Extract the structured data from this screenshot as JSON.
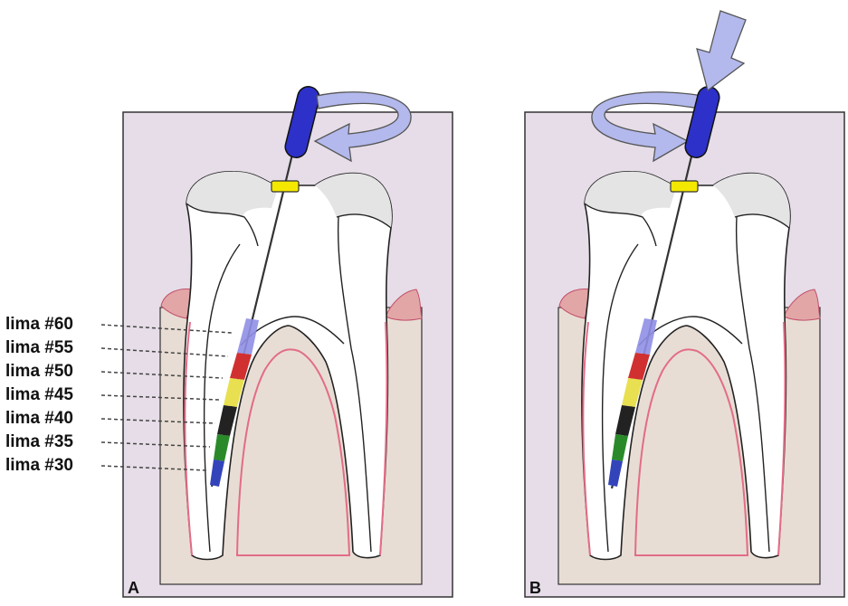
{
  "panels": [
    {
      "letter": "A"
    },
    {
      "letter": "B"
    }
  ],
  "file_labels": [
    "lima #60",
    "lima #55",
    "lima #50",
    "lima #45",
    "lima #40",
    "lima #35",
    "lima #30"
  ],
  "colors": {
    "background_box": "#e6dde8",
    "bone": "#e8ddd4",
    "gum": "#e2a6a6",
    "pulp_line": "#e26d86",
    "enamel_shade": "#cfcfcf",
    "handle": "#2d31c9",
    "arrow": "#b3b9ec",
    "stopper": "#f4e800",
    "file_sections": [
      "#8f8fe6",
      "#d03030",
      "#e8e050",
      "#222222",
      "#2a8a2a",
      "#3344bb"
    ]
  }
}
